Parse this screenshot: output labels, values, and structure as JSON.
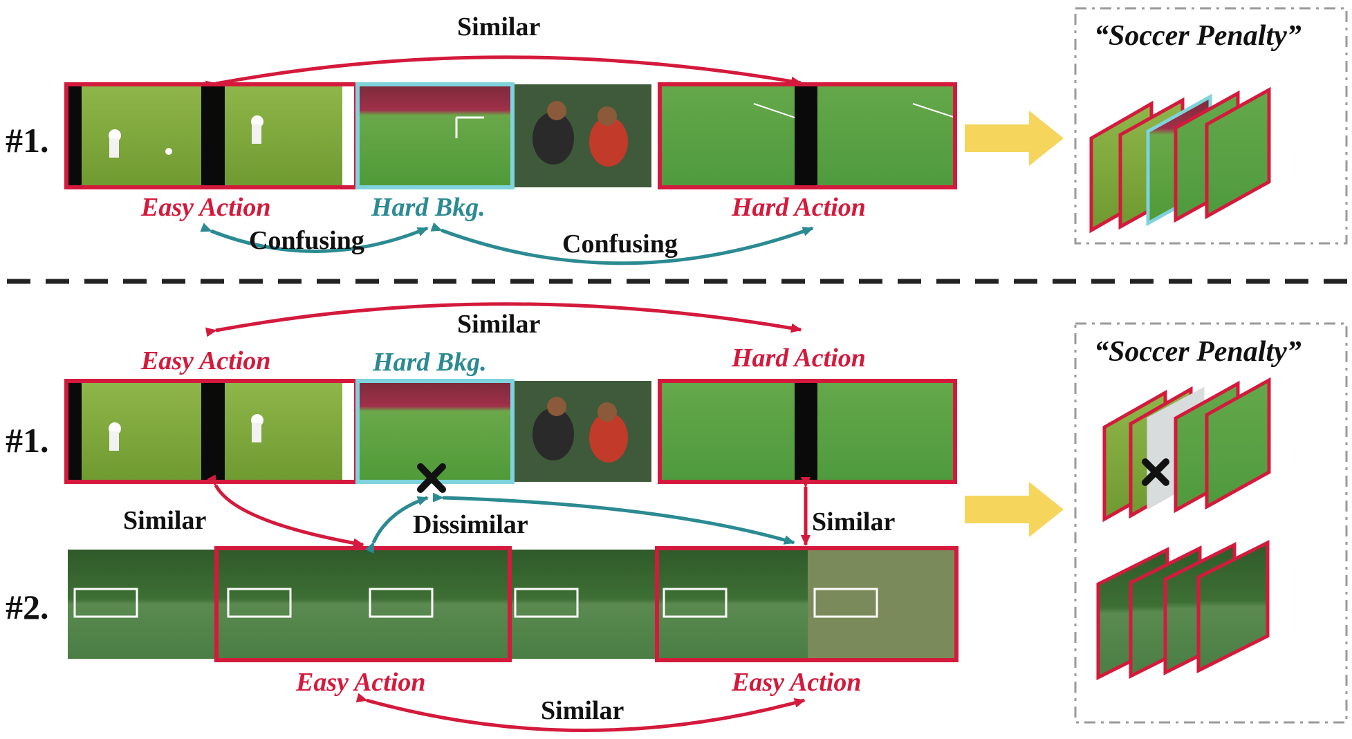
{
  "colors": {
    "action_red": "#d41a3c",
    "background_teal": "#2b8a92",
    "frame_cyan": "#7fd3dc",
    "arrow_yellow": "#f6d55c",
    "dashed_gray": "#9a9a9a",
    "divider_black": "#222222"
  },
  "top_panel": {
    "row_label": "#1.",
    "similar_label": "Similar",
    "easy_action_label": "Easy Action",
    "hard_bkg_label": "Hard Bkg.",
    "hard_action_label": "Hard Action",
    "confusing_left_label": "Confusing",
    "confusing_right_label": "Confusing",
    "result_title": "“Soccer Penalty”"
  },
  "bottom_panel": {
    "row1_label": "#1.",
    "row2_label": "#2.",
    "similar_top_label": "Similar",
    "easy_action_label": "Easy Action",
    "hard_bkg_label": "Hard Bkg.",
    "hard_action_label": "Hard Action",
    "similar_left_label": "Similar",
    "dissimilar_label": "Dissimilar",
    "similar_right_label": "Similar",
    "easy_action_left_label": "Easy Action",
    "easy_action_right_label": "Easy Action",
    "similar_bottom_label": "Similar",
    "result_title": "“Soccer Penalty”"
  },
  "icons": {
    "exclude_marker": "x-mark-icon",
    "transition_arrow": "right-arrow-icon"
  }
}
